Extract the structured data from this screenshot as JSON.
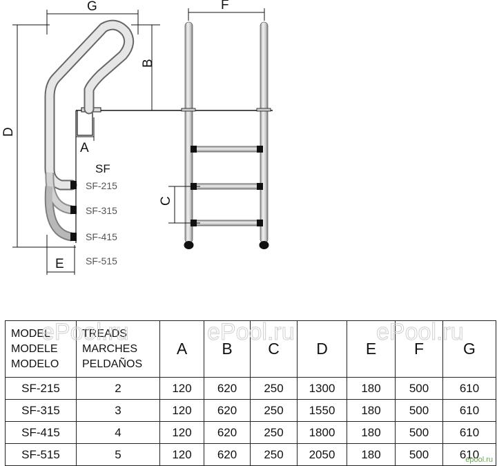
{
  "dimension_labels": {
    "A": "A",
    "B": "B",
    "C": "C",
    "D": "D",
    "E": "E",
    "F": "F",
    "G": "G"
  },
  "series_title": "SF",
  "models": [
    "SF-215",
    "SF-315",
    "SF-415",
    "SF-515"
  ],
  "watermark": "ePool.ru",
  "table": {
    "header_model": [
      "MODEL",
      "MODELE",
      "MODELO"
    ],
    "header_treads": [
      "TREADS",
      "MARCHES",
      "PELDAÑOS"
    ],
    "columns": [
      "A",
      "B",
      "C",
      "D",
      "E",
      "F",
      "G"
    ],
    "rows": [
      {
        "model": "SF-215",
        "treads": "2",
        "values": [
          "120",
          "620",
          "250",
          "1300",
          "180",
          "500",
          "610"
        ]
      },
      {
        "model": "SF-315",
        "treads": "3",
        "values": [
          "120",
          "620",
          "250",
          "1550",
          "180",
          "500",
          "610"
        ]
      },
      {
        "model": "SF-415",
        "treads": "4",
        "values": [
          "120",
          "620",
          "250",
          "1800",
          "180",
          "500",
          "610"
        ]
      },
      {
        "model": "SF-515",
        "treads": "5",
        "values": [
          "120",
          "620",
          "250",
          "2050",
          "180",
          "500",
          "610"
        ]
      }
    ]
  },
  "corner_mark": "epool.ru",
  "colors": {
    "tube_light": "#e4e4e4",
    "tube_dark": "#8a8a8a",
    "line": "#111111",
    "anchor": "#111111"
  }
}
